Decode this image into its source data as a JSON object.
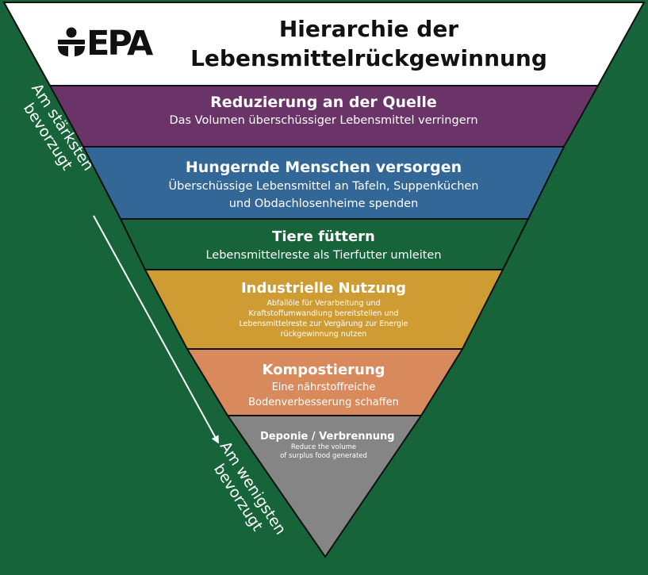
{
  "logo": {
    "text": "EPA"
  },
  "title": {
    "line1": "Hierarchie der",
    "line2": "Lebensmittelrückgewinnung"
  },
  "colors": {
    "background": "#17633a",
    "band_source": "#6b3468",
    "band_people": "#336798",
    "band_animals": "#17633a",
    "band_industrial": "#cf9b33",
    "band_compost": "#d88a5c",
    "band_landfill": "#858585"
  },
  "levels": [
    {
      "heading": "Reduzierung an der Quelle",
      "lines": [
        "Das Volumen überschüssiger Lebensmittel verringern"
      ]
    },
    {
      "heading": "Hungernde Menschen versorgen",
      "lines": [
        "Überschüssige Lebensmittel an Tafeln, Suppenküchen",
        "und Obdachlosenheime spenden"
      ]
    },
    {
      "heading": "Tiere füttern",
      "lines": [
        "Lebensmittelreste als Tierfutter umleiten"
      ]
    },
    {
      "heading": "Industrielle Nutzung",
      "lines": [
        "Abfallöle für Verarbeitung und",
        "Kraftstoffumwandlung bereitstellen und",
        "Lebensmittelreste zur Vergärung zur Energie",
        "rückgewinnung nutzen"
      ]
    },
    {
      "heading": "Kompostierung",
      "lines": [
        "Eine nährstoffreiche",
        "Bodenverbesserung schaffen"
      ]
    },
    {
      "heading": "Deponie / Verbrennung",
      "lines": [
        "Reduce the volume",
        "of surplus food generated"
      ]
    }
  ],
  "preference": {
    "most": [
      "Am stärksten",
      "bevorzugt"
    ],
    "least": [
      "Am wenigsten",
      "bevorzugt"
    ]
  }
}
